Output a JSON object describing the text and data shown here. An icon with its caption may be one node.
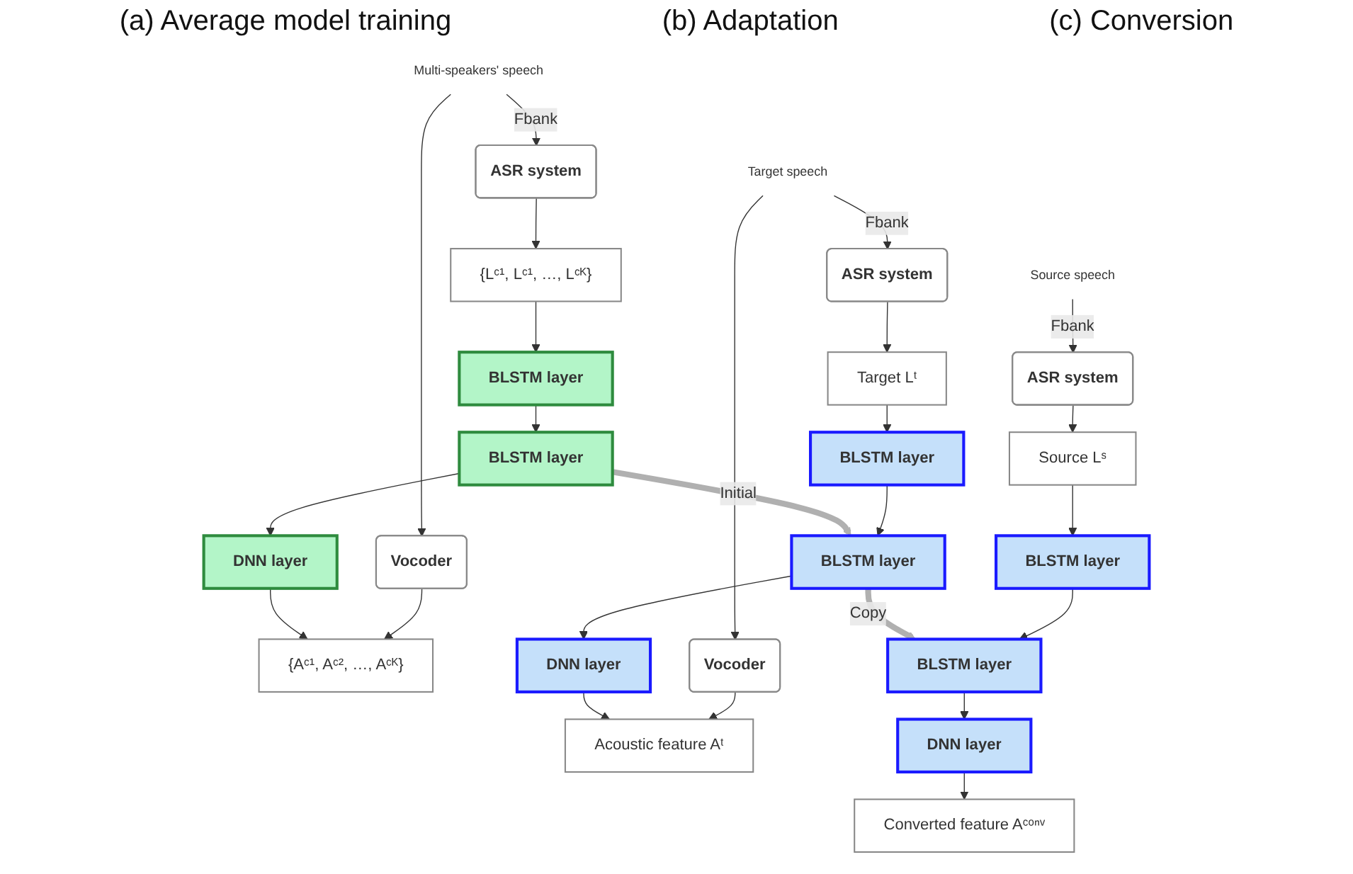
{
  "diagram": {
    "nodes": [
      {
        "text": [
          "Multi-speakers' speech"
        ]
      },
      {
        "text": [
          "ASR system"
        ]
      },
      {
        "text": [
          "{Lᶜ¹, Lᶜ¹, …, Lᶜᴷ}"
        ]
      },
      {
        "text": [
          "BLSTM layer"
        ]
      },
      {
        "text": [
          "BLSTM layer"
        ]
      },
      {
        "text": [
          "DNN layer"
        ]
      },
      {
        "text": [
          "Vocoder"
        ]
      },
      {
        "text": [
          "{Aᶜ¹, Aᶜ², …, Aᶜᴷ}"
        ]
      },
      {
        "text": [
          "Target speech"
        ]
      },
      {
        "text": [
          "ASR system"
        ]
      },
      {
        "text": [
          "Target Lᵗ"
        ]
      },
      {
        "text": [
          "BLSTM layer"
        ]
      },
      {
        "text": [
          "BLSTM layer"
        ]
      },
      {
        "text": [
          "DNN layer"
        ]
      },
      {
        "text": [
          "Vocoder"
        ]
      },
      {
        "text": [
          "Acoustic feature Aᵗ"
        ]
      },
      {
        "text": [
          "Source speech"
        ]
      },
      {
        "text": [
          "ASR system"
        ]
      },
      {
        "text": [
          "Source Lˢ"
        ]
      },
      {
        "text": [
          "BLSTM layer"
        ]
      },
      {
        "text": [
          "BLSTM layer"
        ]
      },
      {
        "text": [
          "DNN layer"
        ]
      },
      {
        "text": [
          "Converted feature Aᶜᵒⁿᵛ"
        ]
      }
    ],
    "edges": [
      {
        "from": 0,
        "to": 6,
        "arrow": "to"
      },
      {
        "from": 6,
        "to": 7,
        "arrow": "to"
      },
      {
        "from": 0,
        "to": 1,
        "arrow": "to",
        "label": "Fbank"
      },
      {
        "from": 1,
        "to": 2,
        "arrow": "to"
      },
      {
        "from": 2,
        "to": 3,
        "arrow": "to"
      },
      {
        "from": 3,
        "to": 4,
        "arrow": "to"
      },
      {
        "from": 4,
        "to": 5,
        "arrow": "to"
      },
      {
        "from": 5,
        "to": 7,
        "arrow": "to"
      },
      {
        "from": 8,
        "to": 14,
        "arrow": "to"
      },
      {
        "from": 14,
        "to": 15,
        "arrow": "to"
      },
      {
        "from": 8,
        "to": 9,
        "arrow": "to",
        "label": "Fbank"
      },
      {
        "from": 9,
        "to": 10,
        "arrow": "to"
      },
      {
        "from": 10,
        "to": 11,
        "arrow": "to"
      },
      {
        "from": 11,
        "to": 12,
        "arrow": "to"
      },
      {
        "from": 12,
        "to": 13,
        "arrow": "to"
      },
      {
        "from": 13,
        "to": 15,
        "arrow": "to"
      },
      {
        "from": 16,
        "to": 17,
        "arrow": "to",
        "label": "Fbank"
      },
      {
        "from": 17,
        "to": 18,
        "arrow": "to"
      },
      {
        "from": 18,
        "to": 19,
        "arrow": "to"
      },
      {
        "from": 19,
        "to": 20,
        "arrow": "to"
      },
      {
        "from": 20,
        "to": 21,
        "arrow": "to"
      },
      {
        "from": 21,
        "to": 22,
        "arrow": "to"
      },
      {
        "from": 4,
        "to": 12,
        "arrow": "to",
        "label": "Initial",
        "style": "thick",
        "color": "#b0b0b0"
      },
      {
        "from": 12,
        "to": 20,
        "arrow": "to",
        "label": "Copy",
        "style": "thick",
        "color": "#b0b0b0"
      }
    ],
    "labels": [
      "(a) Average model training",
      "(b) Adaptation",
      "(c) Conversion"
    ]
  }
}
